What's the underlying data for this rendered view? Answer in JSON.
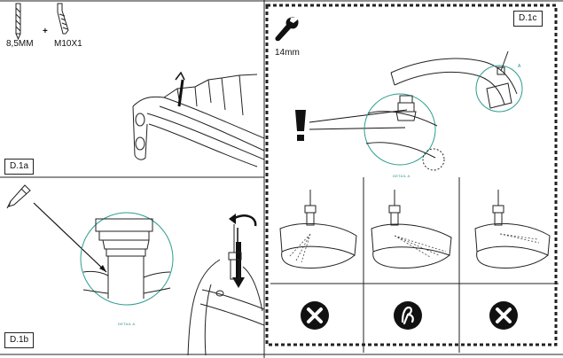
{
  "panels": {
    "d1a": {
      "label": "D.1a",
      "drill_size": "8,5MM",
      "plus": "+",
      "tap_size": "M10X1"
    },
    "d1b": {
      "label": "D.1b",
      "detail_caption": "DETAIL A"
    },
    "d1c": {
      "label": "D.1c",
      "wrench_size": "14mm",
      "detail_caption": "DETAIL A",
      "detail_marker": "A"
    }
  },
  "results": [
    {
      "icon": "cross-icon",
      "verdict": "incorrect"
    },
    {
      "icon": "approved-icon",
      "verdict": "correct"
    },
    {
      "icon": "cross-icon",
      "verdict": "incorrect"
    }
  ],
  "colors": {
    "line": "#222222",
    "detail_circle": "#2a9d8f",
    "background": "#ffffff"
  }
}
